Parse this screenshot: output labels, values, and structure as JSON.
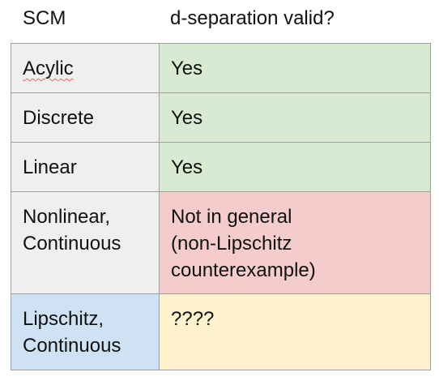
{
  "header": {
    "col1_label": "SCM",
    "col2_label": "d-separation valid?"
  },
  "rows": [
    {
      "scm_lines": [
        "Acylic"
      ],
      "answer_lines": [
        "Yes"
      ],
      "answer_color": "#d9ead3",
      "label_color": "#efefef",
      "spellcheck_flag": true
    },
    {
      "scm_lines": [
        "Discrete"
      ],
      "answer_lines": [
        "Yes"
      ],
      "answer_color": "#d9ead3",
      "label_color": "#efefef"
    },
    {
      "scm_lines": [
        "Linear"
      ],
      "answer_lines": [
        "Yes"
      ],
      "answer_color": "#d9ead3",
      "label_color": "#efefef"
    },
    {
      "scm_lines": [
        "Nonlinear,",
        "Continuous"
      ],
      "answer_lines": [
        "Not in general",
        "(non-Lipschitz",
        "counterexample)"
      ],
      "answer_color": "#f4cccc",
      "label_color": "#efefef"
    },
    {
      "scm_lines": [
        "Lipschitz,",
        "Continuous"
      ],
      "answer_lines": [
        "????"
      ],
      "answer_color": "#fff2cc",
      "label_color": "#cfe2f3"
    }
  ]
}
